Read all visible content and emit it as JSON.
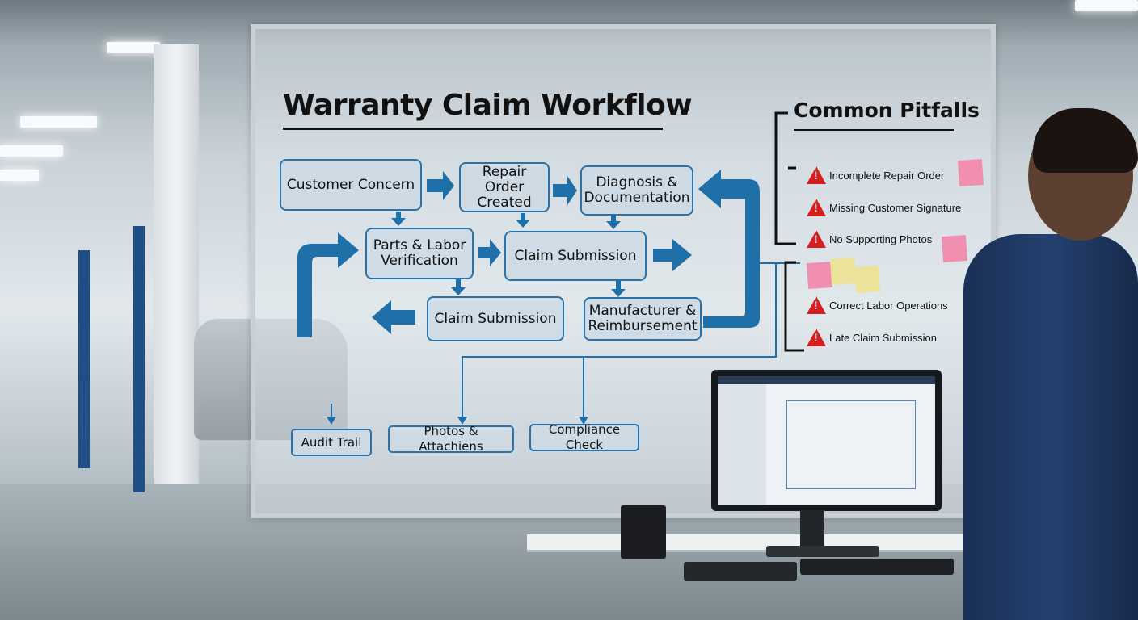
{
  "board": {
    "title": "Warranty Claim Workflow",
    "steps": [
      {
        "id": "customer_concern",
        "label": "Customer Concern"
      },
      {
        "id": "repair_order",
        "label": "Repair Order Created"
      },
      {
        "id": "diagnosis",
        "label": "Diagnosis & Documentation"
      },
      {
        "id": "parts_labor",
        "label": "Parts & Labor Verification"
      },
      {
        "id": "claim_submission_1",
        "label": "Claim Submission"
      },
      {
        "id": "claim_submission_2",
        "label": "Claim Submission"
      },
      {
        "id": "manufacturer",
        "label": "Manufacturer & Reimbursement"
      },
      {
        "id": "audit_trail",
        "label": "Audit Trail"
      },
      {
        "id": "photos",
        "label": "Photos & Attachiens"
      },
      {
        "id": "compliance",
        "label": "Compliance Check"
      }
    ],
    "arrow_color": "#1f6fa8"
  },
  "pitfalls": {
    "title": "Common Pitfalls",
    "items": [
      {
        "label": "Incomplete Repair Order",
        "icon": "warning-icon"
      },
      {
        "label": "Missing Customer Signature",
        "icon": "warning-icon"
      },
      {
        "label": "No Supporting Photos",
        "icon": "warning-icon"
      },
      {
        "label": "Correct Labor Operations",
        "icon": "warning-icon"
      },
      {
        "label": "Late Claim Submission",
        "icon": "warning-icon"
      }
    ],
    "warning_color": "#d51f1f"
  }
}
